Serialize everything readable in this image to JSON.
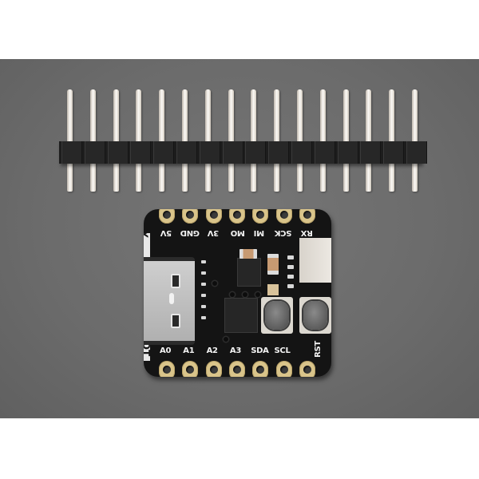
{
  "scene": {
    "description": "Product photo of a QT Py style microcontroller board with a 16-pin male header strip on a gray background",
    "background_color": "#6e6e6e",
    "page_color": "#ffffff"
  },
  "header_strip": {
    "pin_count": 16,
    "pin_color": "#f0ece6",
    "body_color": "#1d1d1d"
  },
  "board": {
    "color": "#141414",
    "pad_color": "#d9c48a",
    "silkscreen_color": "#f2f2f2",
    "edge_text": "QT PY",
    "top_pins": [
      "5V",
      "GND",
      "3V",
      "MO",
      "MI",
      "SCK",
      "RX"
    ],
    "bottom_pins": [
      "A0",
      "A1",
      "A2",
      "A3",
      "SDA",
      "SCL",
      "RST"
    ],
    "components": {
      "usb_connector": "USB-C",
      "buttons": [
        "boot-button",
        "reset-button"
      ],
      "connector": "STEMMA QT"
    }
  }
}
